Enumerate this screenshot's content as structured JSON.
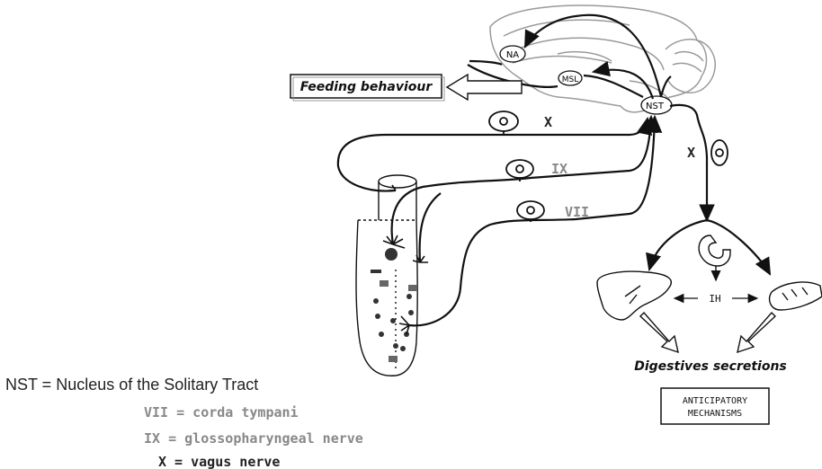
{
  "labels": {
    "feeding_behaviour": "Feeding behaviour",
    "digestive_secretions": "Digestives secretions",
    "anticipatory_line1": "ANTICIPATORY",
    "anticipatory_line2": "MECHANISMS",
    "nerve_x_upper": "X",
    "nerve_ix": "IX",
    "nerve_vii": "VII",
    "nerve_x_right": "X",
    "ih": "IH",
    "na": "NA",
    "msl": "MSL",
    "nst": "NST"
  },
  "legend": {
    "nst": "NST = Nucleus of the Solitary Tract",
    "vii": "VII = corda tympani",
    "ix": "IX = glossopharyngeal nerve",
    "x": "X = vagus nerve"
  },
  "colors": {
    "stroke": "#111111",
    "gray_text": "#888888",
    "brain_gray": "#9a9a9a"
  }
}
